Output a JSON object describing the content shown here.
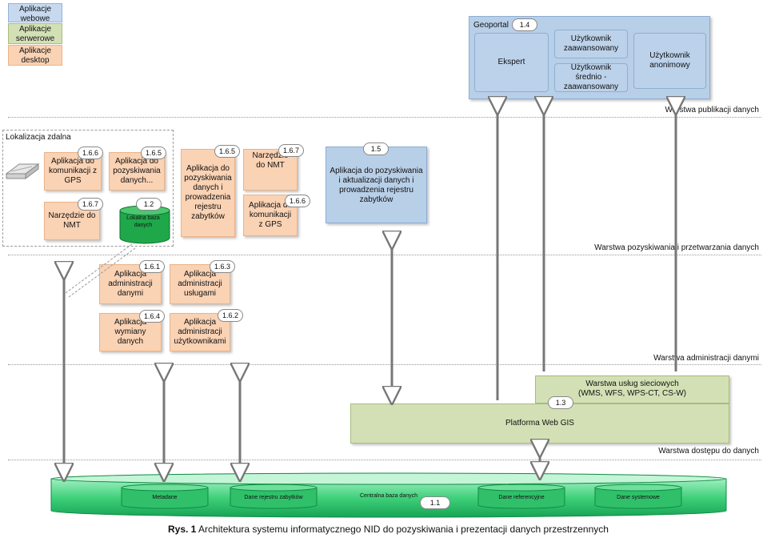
{
  "legend": {
    "web": "Aplikacje webowe",
    "server": "Aplikacje serwerowe",
    "desktop": "Aplikacje desktop"
  },
  "geoportal": {
    "title": "Geoportal",
    "badge": "1.4",
    "ekspert": "Ekspert",
    "adv": "Użytkownik zaawansowany",
    "mid": "Użytkownik średnio - zaawansowany",
    "anon": "Użytkownik anonimowy"
  },
  "layers": {
    "publikacji": "Warstwa publikacji danych",
    "pozyskiwania": "Warstwa pozyskiwania i przetwarzania danych",
    "administracji": "Warstwa administracji danymi",
    "dostepu": "Warstwa dostępu do danych"
  },
  "remote": {
    "title": "Lokalizacja zdalna",
    "gps": {
      "badge": "1.6.6",
      "label": "Aplikacja do komunikacji z GPS"
    },
    "acq": {
      "badge": "1.6.5",
      "label": "Aplikacja do pozyskiwania danych..."
    },
    "nmt": {
      "badge": "1.6.7",
      "label": "Narzędzie do NMT"
    },
    "local_db": {
      "badge": "1.2",
      "label": "Lokalna baza danych"
    }
  },
  "acq_big": {
    "badge": "1.6.5",
    "label": "Aplikacja do pozyskiwania danych i prowadzenia rejestru zabytków"
  },
  "nmt2": {
    "badge": "1.6.7",
    "label": "Narzędzie do NMT"
  },
  "gps2": {
    "badge": "1.6.6",
    "label": "Aplikacja do komunikacji z GPS"
  },
  "web_acq": {
    "badge": "1.5",
    "label": "Aplikacja do pozyskiwania i aktualizacji danych i prowadzenia rejestru zabytków"
  },
  "admin": {
    "data": {
      "badge": "1.6.1",
      "label": "Aplikacja administracji danymi"
    },
    "services": {
      "badge": "1.6.3",
      "label": "Aplikacja administracji usługami"
    },
    "exchange": {
      "badge": "1.6.4",
      "label": "Aplikacja wymiany danych"
    },
    "users": {
      "badge": "1.6.2",
      "label": "Aplikacja administracji użytkownikami"
    }
  },
  "services_layer": {
    "title": "Warstwa usług sieciowych",
    "sub": "(WMS, WFS, WPS-CT, CS-W)"
  },
  "platform": {
    "badge": "1.3",
    "label": "Platforma Web GIS"
  },
  "central": {
    "badge": "1.1",
    "label": "Centralna baza danych",
    "dbs": [
      "Metadane",
      "Dane rejestru zabytków",
      "Dane referencyjne",
      "Dane systemowe"
    ]
  },
  "caption": {
    "bold": "Rys. 1",
    "text": "Architektura systemu informatycznego NID do pozyskiwania i prezentacji danych przestrzennych"
  },
  "colors": {
    "orange": "#fad2b4",
    "blue": "#b8cfe8",
    "green": "#d3e0b5"
  }
}
